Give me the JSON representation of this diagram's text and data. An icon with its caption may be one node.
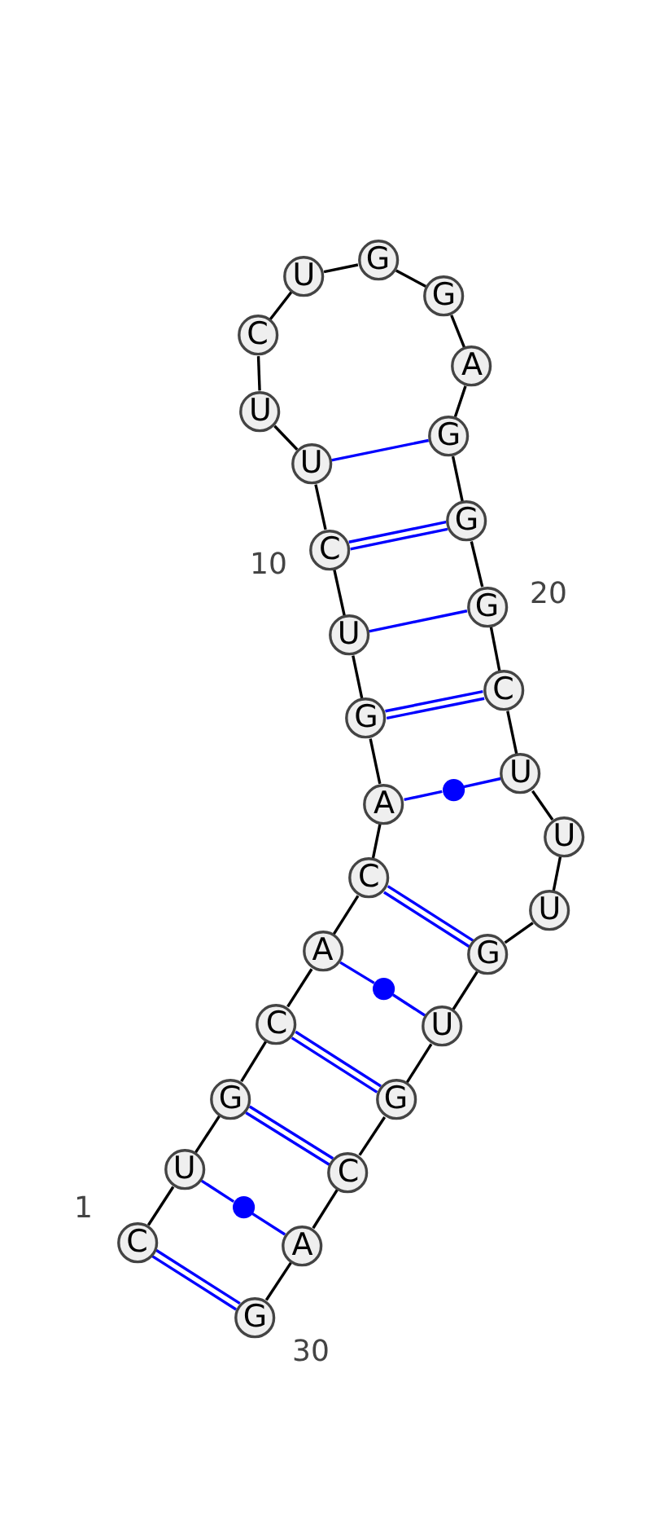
{
  "diagram": {
    "nodes": [
      {
        "text": [
          "C"
        ],
        "beside": [
          "1"
        ]
      },
      {
        "text": [
          "U"
        ]
      },
      {
        "text": [
          "G"
        ]
      },
      {
        "text": [
          "C"
        ]
      },
      {
        "text": [
          "A"
        ]
      },
      {
        "text": [
          "C"
        ]
      },
      {
        "text": [
          "A"
        ]
      },
      {
        "text": [
          "G"
        ]
      },
      {
        "text": [
          "U"
        ]
      },
      {
        "text": [
          "C"
        ],
        "beside": [
          "10"
        ]
      },
      {
        "text": [
          "U"
        ]
      },
      {
        "text": [
          "U"
        ]
      },
      {
        "text": [
          "C"
        ]
      },
      {
        "text": [
          "U"
        ]
      },
      {
        "text": [
          "G"
        ]
      },
      {
        "text": [
          "G"
        ]
      },
      {
        "text": [
          "A"
        ]
      },
      {
        "text": [
          "G"
        ]
      },
      {
        "text": [
          "G"
        ]
      },
      {
        "text": [
          "G"
        ],
        "beside": [
          "20"
        ]
      },
      {
        "text": [
          "C"
        ]
      },
      {
        "text": [
          "U"
        ]
      },
      {
        "text": [
          "U"
        ]
      },
      {
        "text": [
          "U"
        ]
      },
      {
        "text": [
          "G"
        ]
      },
      {
        "text": [
          "U"
        ]
      },
      {
        "text": [
          "G"
        ]
      },
      {
        "text": [
          "C"
        ]
      },
      {
        "text": [
          "A"
        ]
      },
      {
        "text": [
          "G"
        ],
        "beside": [
          "30"
        ]
      },
      {
        "text": [],
        "shape": "circle"
      },
      {
        "text": [],
        "shape": "circle"
      },
      {
        "text": [],
        "shape": "circle"
      }
    ],
    "edges": [
      {
        "from": 0,
        "to": 1,
        "arrow": "none"
      },
      {
        "from": 1,
        "to": 2,
        "arrow": "none"
      },
      {
        "from": 2,
        "to": 3,
        "arrow": "none"
      },
      {
        "from": 3,
        "to": 4,
        "arrow": "none"
      },
      {
        "from": 4,
        "to": 5,
        "arrow": "none"
      },
      {
        "from": 5,
        "to": 6,
        "arrow": "none"
      },
      {
        "from": 6,
        "to": 7,
        "arrow": "none"
      },
      {
        "from": 7,
        "to": 8,
        "arrow": "none"
      },
      {
        "from": 8,
        "to": 9,
        "arrow": "none"
      },
      {
        "from": 9,
        "to": 10,
        "arrow": "none"
      },
      {
        "from": 10,
        "to": 11,
        "arrow": "none"
      },
      {
        "from": 11,
        "to": 12,
        "arrow": "none"
      },
      {
        "from": 12,
        "to": 13,
        "arrow": "none"
      },
      {
        "from": 13,
        "to": 14,
        "arrow": "none"
      },
      {
        "from": 14,
        "to": 15,
        "arrow": "none"
      },
      {
        "from": 15,
        "to": 16,
        "arrow": "none"
      },
      {
        "from": 16,
        "to": 17,
        "arrow": "none"
      },
      {
        "from": 17,
        "to": 18,
        "arrow": "none"
      },
      {
        "from": 18,
        "to": 19,
        "arrow": "none"
      },
      {
        "from": 19,
        "to": 20,
        "arrow": "none"
      },
      {
        "from": 20,
        "to": 21,
        "arrow": "none"
      },
      {
        "from": 21,
        "to": 22,
        "arrow": "none"
      },
      {
        "from": 22,
        "to": 23,
        "arrow": "none"
      },
      {
        "from": 23,
        "to": 24,
        "arrow": "none"
      },
      {
        "from": 24,
        "to": 25,
        "arrow": "none"
      },
      {
        "from": 25,
        "to": 26,
        "arrow": "none"
      },
      {
        "from": 26,
        "to": 27,
        "arrow": "none"
      },
      {
        "from": 27,
        "to": 28,
        "arrow": "none"
      },
      {
        "from": 28,
        "to": 29,
        "arrow": "none"
      },
      {
        "from": 0,
        "to": 29,
        "arrow": "none",
        "color": "#0000ff"
      },
      {
        "from": 0,
        "to": 29,
        "arrow": "none",
        "color": "#0000ff"
      },
      {
        "from": 1,
        "to": 32,
        "arrow": "none",
        "color": "#0000ff"
      },
      {
        "from": 32,
        "to": 28,
        "arrow": "none",
        "color": "#0000ff"
      },
      {
        "from": 2,
        "to": 27,
        "arrow": "none",
        "color": "#0000ff"
      },
      {
        "from": 2,
        "to": 27,
        "arrow": "none",
        "color": "#0000ff"
      },
      {
        "from": 3,
        "to": 26,
        "arrow": "none",
        "color": "#0000ff"
      },
      {
        "from": 3,
        "to": 26,
        "arrow": "none",
        "color": "#0000ff"
      },
      {
        "from": 4,
        "to": 31,
        "arrow": "none",
        "color": "#0000ff"
      },
      {
        "from": 31,
        "to": 25,
        "arrow": "none",
        "color": "#0000ff"
      },
      {
        "from": 5,
        "to": 24,
        "arrow": "none",
        "color": "#0000ff"
      },
      {
        "from": 5,
        "to": 24,
        "arrow": "none",
        "color": "#0000ff"
      },
      {
        "from": 6,
        "to": 30,
        "arrow": "none",
        "color": "#0000ff"
      },
      {
        "from": 30,
        "to": 21,
        "arrow": "none",
        "color": "#0000ff"
      },
      {
        "from": 7,
        "to": 20,
        "arrow": "none",
        "color": "#0000ff"
      },
      {
        "from": 7,
        "to": 20,
        "arrow": "none",
        "color": "#0000ff"
      },
      {
        "from": 8,
        "to": 19,
        "arrow": "none",
        "color": "#0000ff"
      },
      {
        "from": 9,
        "to": 18,
        "arrow": "none",
        "color": "#0000ff"
      },
      {
        "from": 9,
        "to": 18,
        "arrow": "none",
        "color": "#0000ff"
      },
      {
        "from": 10,
        "to": 17,
        "arrow": "none",
        "color": "#0000ff"
      }
    ]
  }
}
